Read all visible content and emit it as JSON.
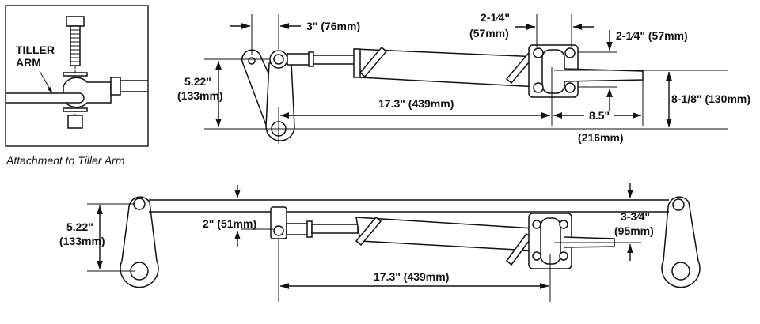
{
  "inset": {
    "label_line1": "TILLER",
    "label_line2": "ARM",
    "caption": "Attachment to Tiller Arm"
  },
  "top_view": {
    "dim_arm_height": {
      "inch": "5.22\"",
      "mm": "(133mm)"
    },
    "dim_offset": "3\" (76mm)",
    "dim_stroke": "17.3\" (439mm)",
    "dim_mount_width": {
      "inch": "2-1⁄4\"",
      "mm": "(57mm)"
    },
    "dim_mount_height": "2-1⁄4\" (57mm)",
    "dim_shaft": {
      "inch": "8.5\"",
      "mm": "(216mm)"
    },
    "dim_overall_height": "8-1/8\" (130mm)"
  },
  "bottom_view": {
    "dim_arm_height": {
      "inch": "5.22\"",
      "mm": "(133mm)"
    },
    "dim_rod_offset": "2\" (51mm)",
    "dim_stroke": "17.3\" (439mm)",
    "dim_mount_offset": {
      "inch": "3-3⁄4\"",
      "mm": "(95mm)"
    }
  }
}
